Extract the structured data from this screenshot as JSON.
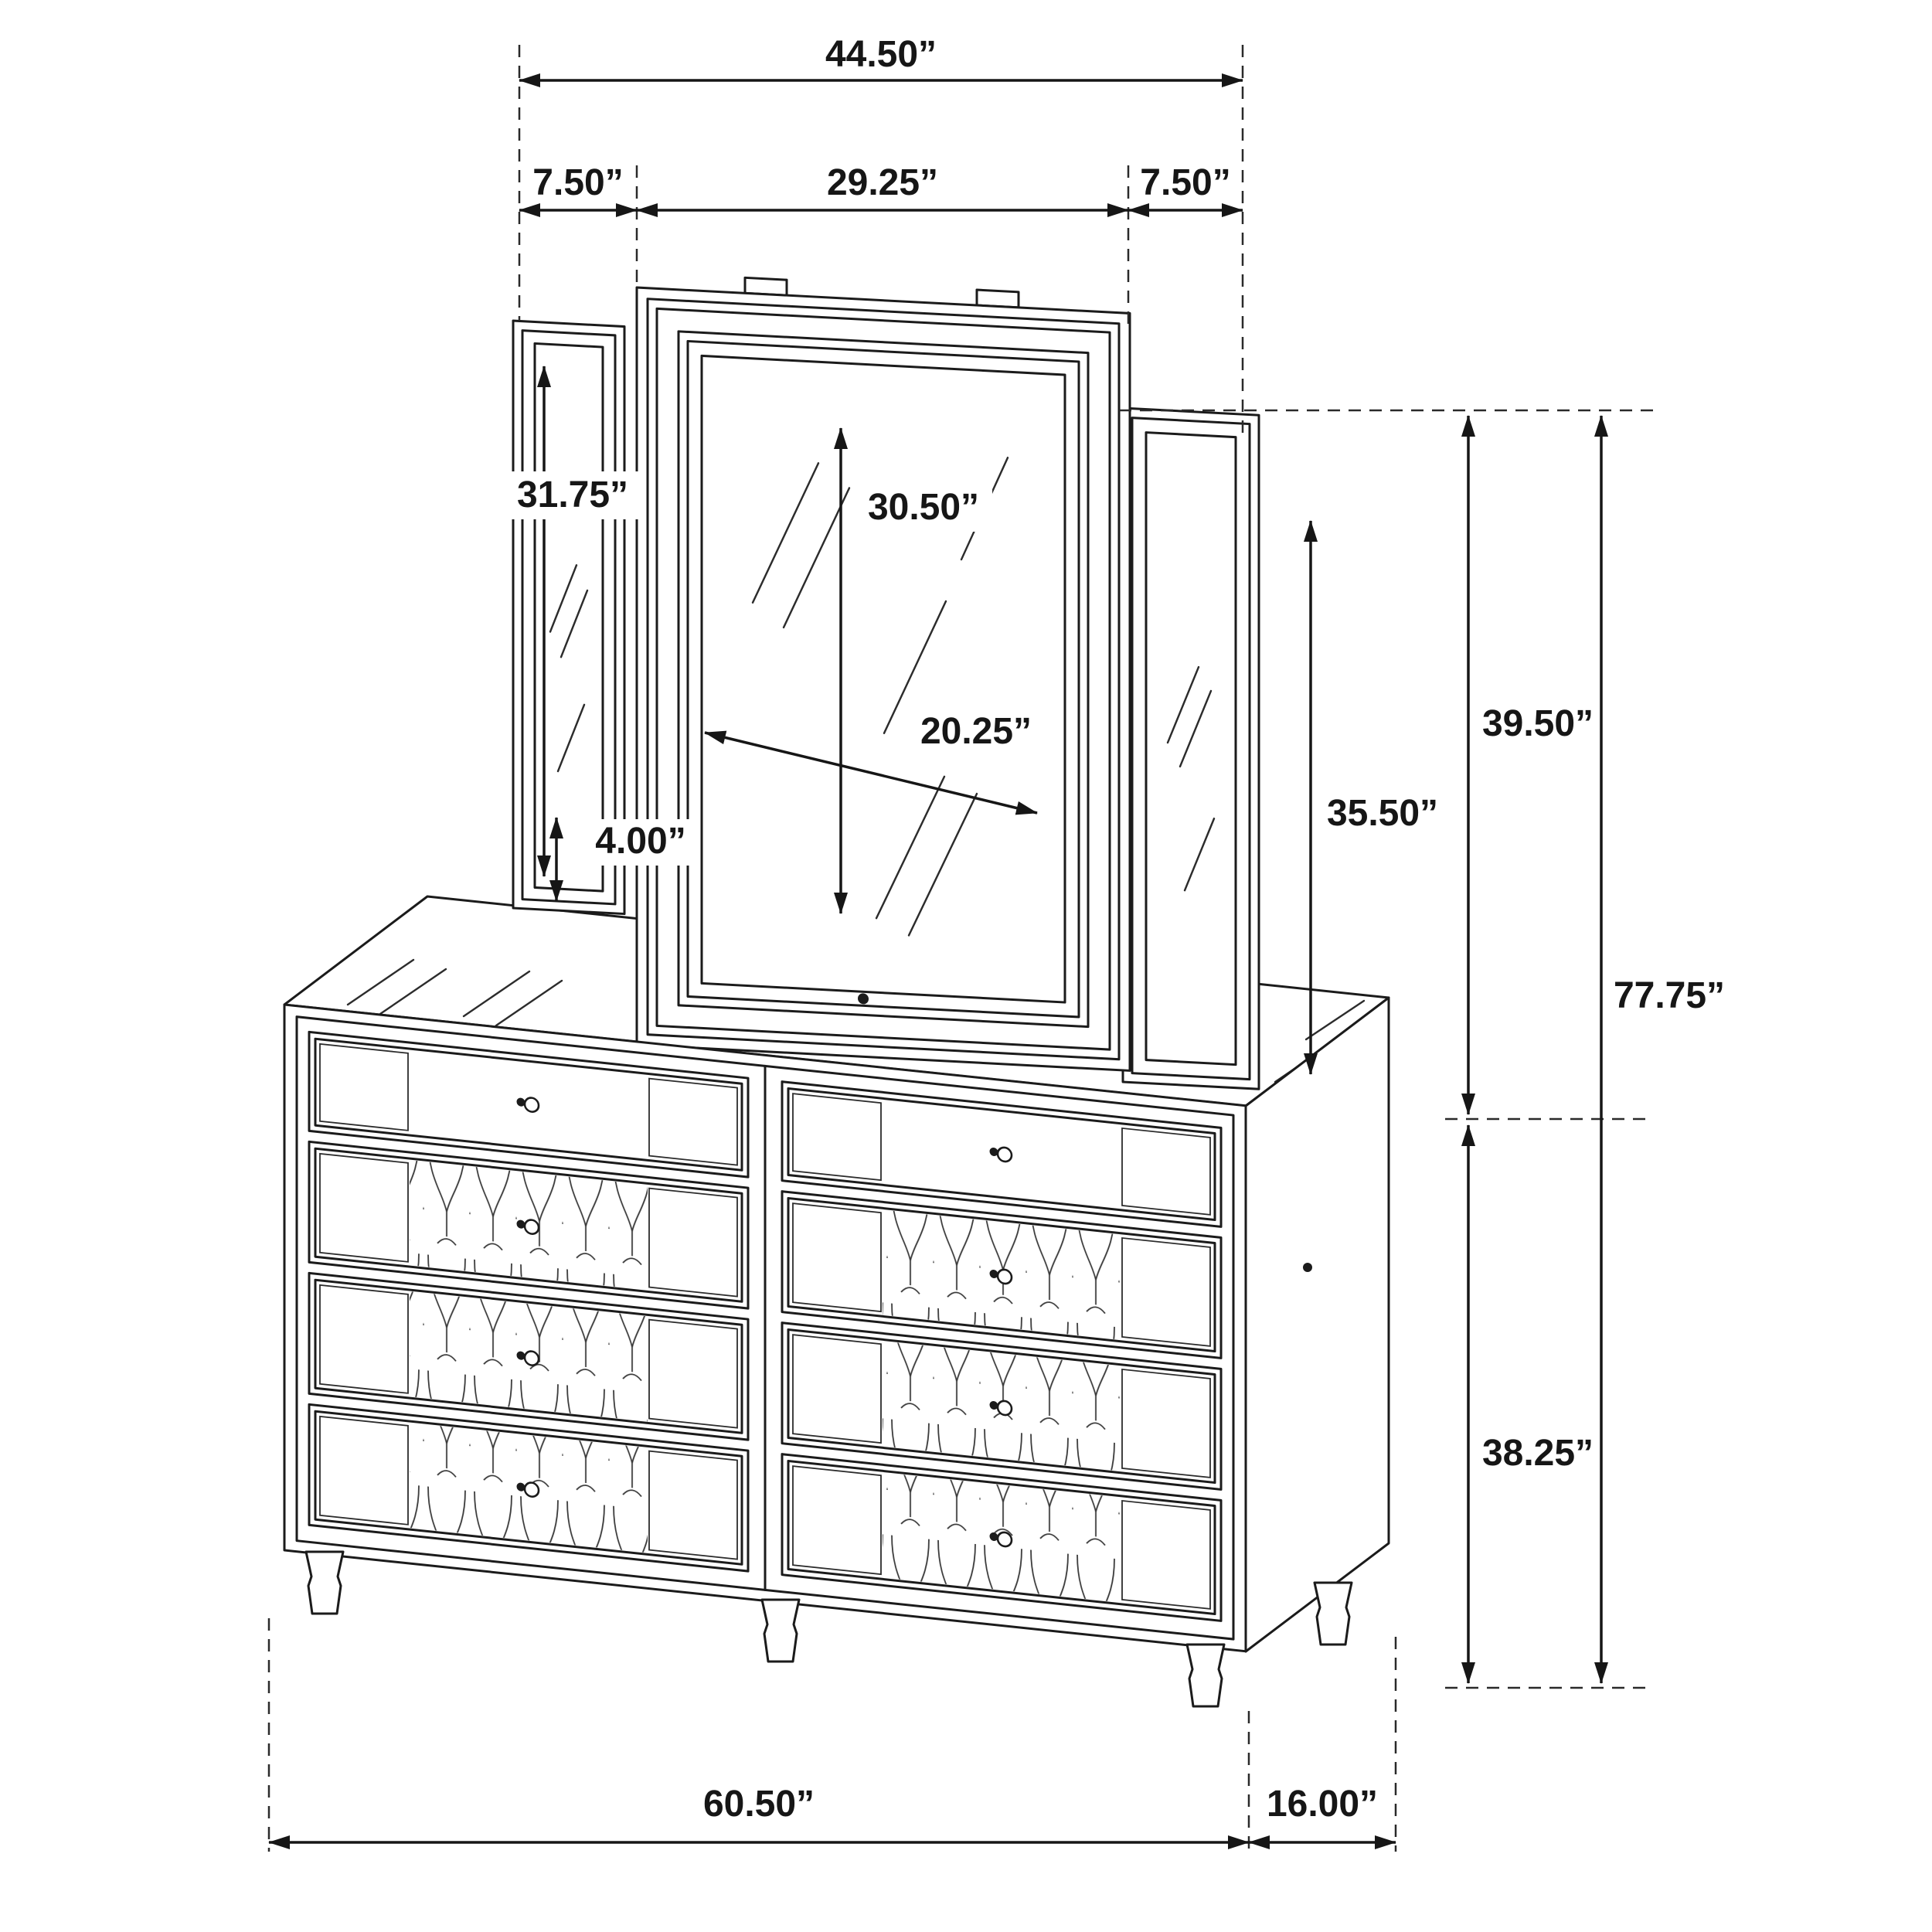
{
  "ink_color": "#1b1b1b",
  "dimensions": {
    "mirror_overall_width": "44.50”",
    "mirror_left_wing_width": "7.50”",
    "mirror_center_width": "29.25”",
    "mirror_right_wing_width": "7.50”",
    "mirror_left_wing_height": "31.75”",
    "mirror_center_glass_height": "30.50”",
    "mirror_center_glass_width": "20.25”",
    "mirror_left_wing_bottom_offset": "4.00”",
    "mirror_right_wing_height": "35.50”",
    "mirror_height": "39.50”",
    "overall_height": "77.75”",
    "dresser_height": "38.25”",
    "dresser_width": "60.50”",
    "dresser_depth": "16.00”"
  }
}
